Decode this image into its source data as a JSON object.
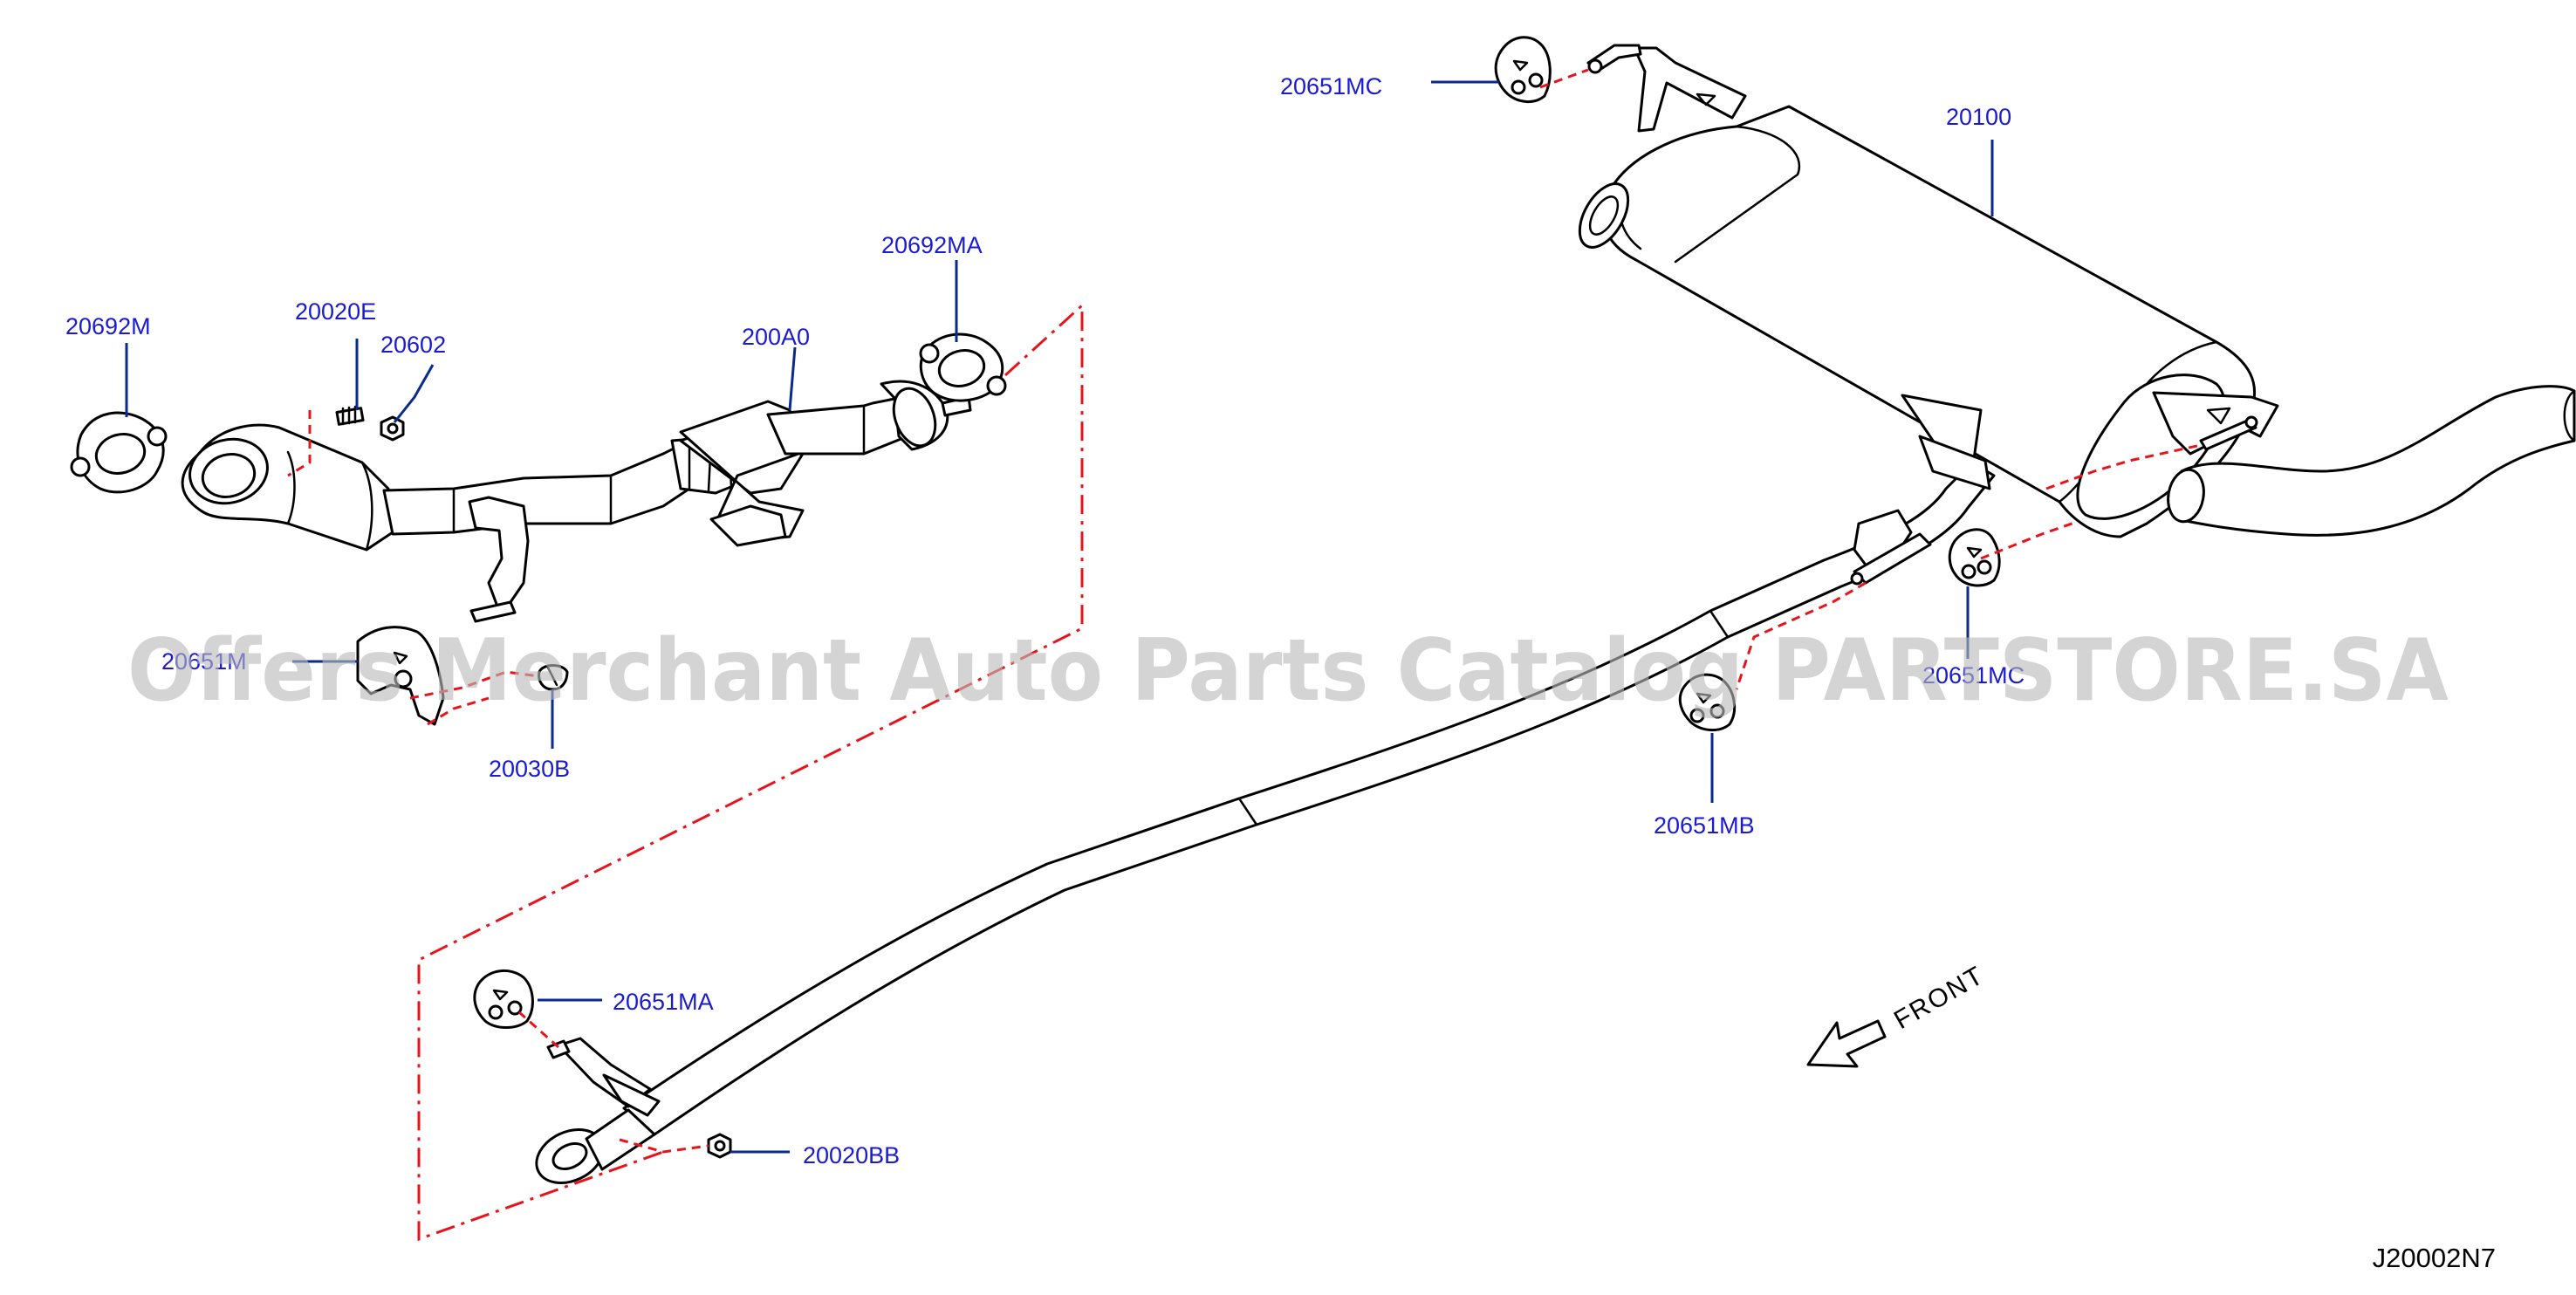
{
  "diagram": {
    "parts": [
      {
        "id": "20692M",
        "label": "20692M"
      },
      {
        "id": "20020E",
        "label": "20020E"
      },
      {
        "id": "20602",
        "label": "20602"
      },
      {
        "id": "200A0",
        "label": "200A0"
      },
      {
        "id": "20692MA",
        "label": "20692MA"
      },
      {
        "id": "20651M",
        "label": "20651M"
      },
      {
        "id": "20030B",
        "label": "20030B"
      },
      {
        "id": "20651MC_top",
        "label": "20651MC"
      },
      {
        "id": "20100",
        "label": "20100"
      },
      {
        "id": "20651MC_right",
        "label": "20651MC"
      },
      {
        "id": "20651MB",
        "label": "20651MB"
      },
      {
        "id": "20651MA",
        "label": "20651MA"
      },
      {
        "id": "20020BB",
        "label": "20020BB"
      }
    ],
    "front_label": "FRONT",
    "drawing_code": "J20002N7",
    "watermark": "Offers Merchant Auto Parts Catalog PARTSTORE.SA",
    "colors": {
      "label": "#1a1ad0",
      "leader": "#0a2a8c",
      "dashed_line": "#e8141c",
      "line_art": "#000000"
    }
  }
}
